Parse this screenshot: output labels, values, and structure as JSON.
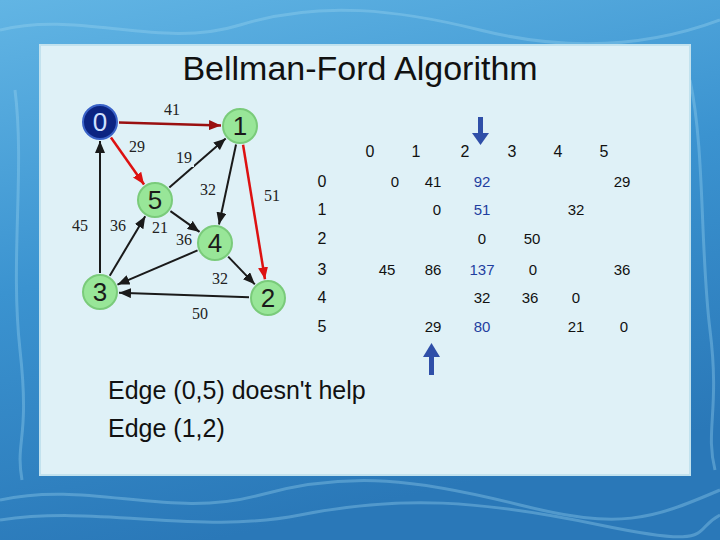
{
  "diagram": {
    "title": "Bellman-Ford Algorithm",
    "nodes": [
      {
        "text": [
          "0"
        ]
      },
      {
        "text": [
          "1"
        ]
      },
      {
        "text": [
          "5"
        ]
      },
      {
        "text": [
          "4"
        ]
      },
      {
        "text": [
          "3"
        ]
      },
      {
        "text": [
          "2"
        ]
      }
    ],
    "edges": [
      {
        "from": 0,
        "to": 1,
        "arrow": "to",
        "label": "41"
      },
      {
        "from": 0,
        "to": 2,
        "arrow": "to",
        "label": "29"
      },
      {
        "from": 2,
        "to": 1,
        "arrow": "to",
        "label": "19"
      },
      {
        "from": 4,
        "to": 0,
        "arrow": "to",
        "label": "45"
      },
      {
        "from": 4,
        "to": 2,
        "arrow": "to",
        "label": "36"
      },
      {
        "from": 1,
        "to": 3,
        "arrow": "to",
        "label": "32"
      },
      {
        "from": 1,
        "to": 5,
        "arrow": "to",
        "label": "51"
      },
      {
        "from": 2,
        "to": 3,
        "arrow": "to",
        "label": "21"
      },
      {
        "from": 3,
        "to": 4,
        "arrow": "to",
        "label": "36"
      },
      {
        "from": 3,
        "to": 5,
        "arrow": "to",
        "label": "32"
      },
      {
        "from": 5,
        "to": 4,
        "arrow": "to",
        "label": "50"
      }
    ],
    "labels": [
      "0",
      "1",
      "2",
      "3",
      "4",
      "5",
      "0",
      "0",
      "41",
      "92",
      "29",
      "1",
      "0",
      "51",
      "32",
      "2",
      "0",
      "50",
      "3",
      "45",
      "86",
      "137",
      "0",
      "36",
      "4",
      "32",
      "36",
      "0",
      "5",
      "29",
      "80",
      "21",
      "0",
      "Edge (0,5) doesn't help",
      "Edge (1,2)"
    ]
  }
}
